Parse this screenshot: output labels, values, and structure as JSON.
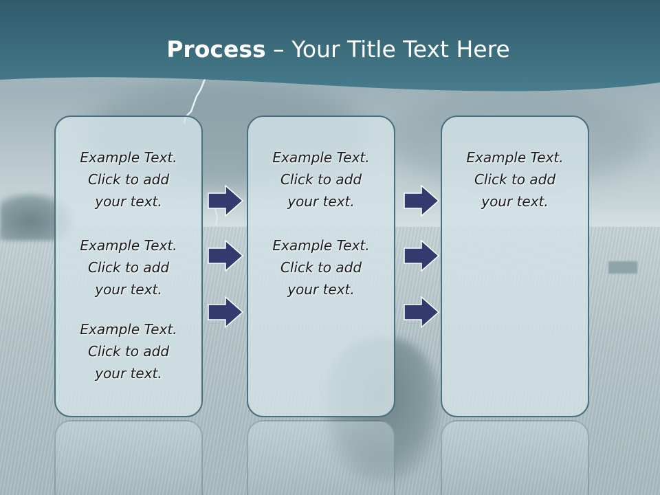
{
  "slide": {
    "title_bold": "Process",
    "title_rest": " – Your Title Text Here"
  },
  "columns": [
    {
      "items": [
        {
          "line1": "Example Text.",
          "line2": "Click  to add",
          "line3": "your text."
        },
        {
          "line1": "Example Text.",
          "line2": "Click  to add",
          "line3": "your text."
        },
        {
          "line1": "Example Text.",
          "line2": "Click  to add",
          "line3": "your text."
        }
      ]
    },
    {
      "items": [
        {
          "line1": "Example Text.",
          "line2": "Click  to add",
          "line3": "your text."
        },
        {
          "line1": "Example Text.",
          "line2": "Click  to add",
          "line3": "your text."
        }
      ]
    },
    {
      "items": [
        {
          "line1": "Example Text.",
          "line2": "Click  to add",
          "line3": "your text."
        }
      ]
    }
  ],
  "icons": {
    "arrow": "right-arrow-icon",
    "arrow_color": "#333a6e"
  },
  "colors": {
    "banner": "#3d6b7b",
    "box_border": "#4a6f7e",
    "box_fill": "#d2e2e7"
  }
}
